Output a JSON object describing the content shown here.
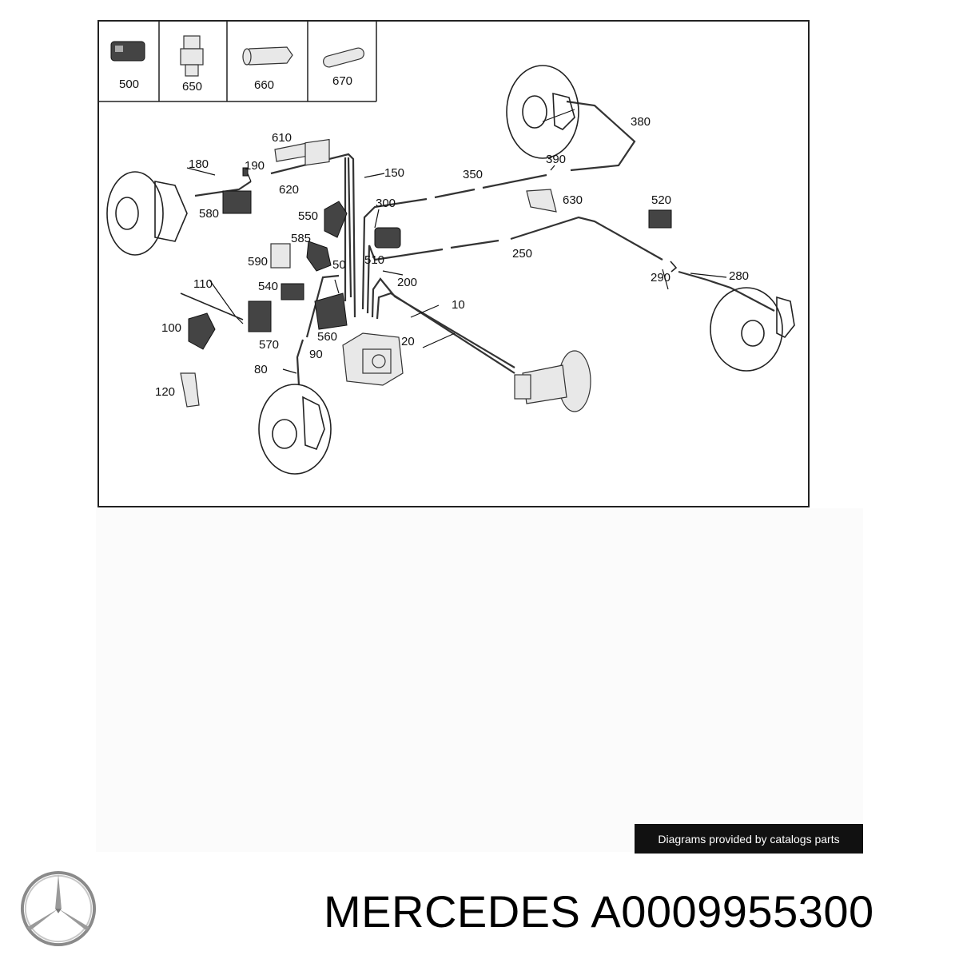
{
  "thumbnails": [
    {
      "label": "500",
      "icon": "sensor-connector-icon"
    },
    {
      "label": "650",
      "icon": "bleed-valve-icon"
    },
    {
      "label": "660",
      "icon": "hex-union-icon"
    },
    {
      "label": "670",
      "icon": "sleeve-icon"
    }
  ],
  "callouts": [
    "610",
    "180",
    "190",
    "150",
    "350",
    "390",
    "380",
    "620",
    "580",
    "550",
    "300",
    "630",
    "520",
    "585",
    "510",
    "250",
    "590",
    "50",
    "200",
    "290",
    "280",
    "540",
    "110",
    "10",
    "100",
    "570",
    "560",
    "20",
    "90",
    "80",
    "120"
  ],
  "watermark": "Diagrams provided by catalogs parts",
  "footer": {
    "brand_title": "MERCEDES A0009955300",
    "logo": "mercedes-star-logo"
  }
}
